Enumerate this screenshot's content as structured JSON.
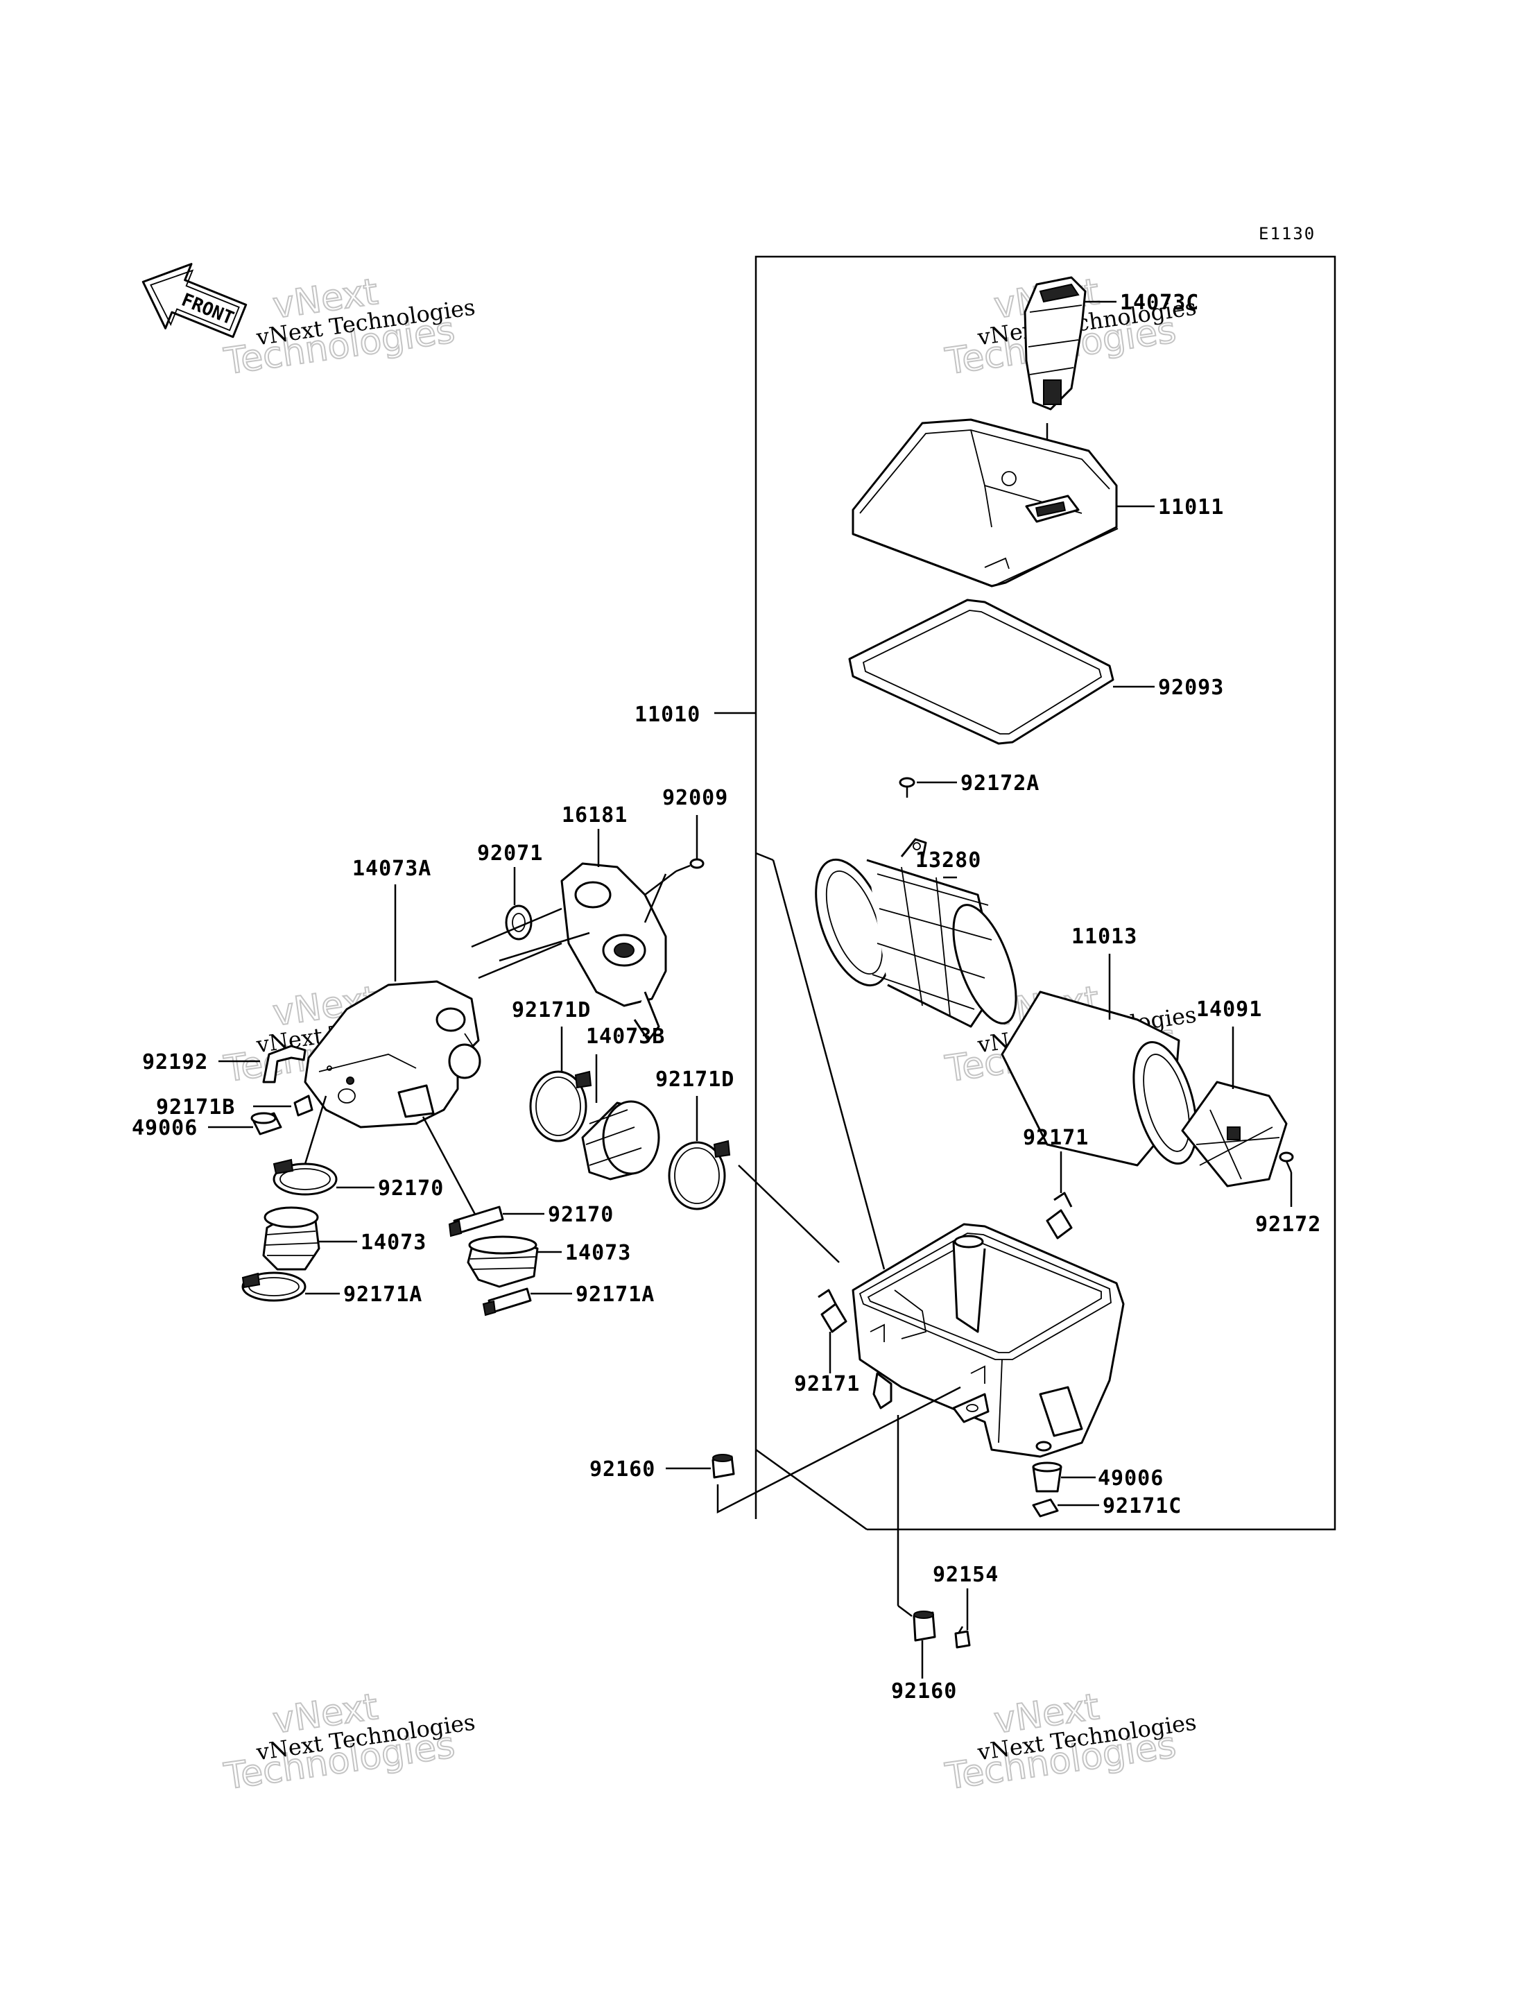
{
  "diagram_code": "E1130",
  "front_label": "FRONT",
  "watermark": {
    "line1": "vNext Technologies",
    "line2": "vNext",
    "line3": "Technologies"
  },
  "parts": {
    "p14073C": "14073C",
    "p11011": "11011",
    "p92093": "92093",
    "p11010": "11010",
    "p92172A": "92172A",
    "p13280": "13280",
    "p11013": "11013",
    "p14091": "14091",
    "p92172": "92172",
    "p92171_top": "92171",
    "p92171_bot": "92171",
    "p49006_right": "49006",
    "p92171C": "92171C",
    "p92160_a": "92160",
    "p92154": "92154",
    "p92160_b": "92160",
    "p16181": "16181",
    "p92009": "92009",
    "p92071": "92071",
    "p14073A": "14073A",
    "p92192": "92192",
    "p92171D_a": "92171D",
    "p14073B": "14073B",
    "p92171D_b": "92171D",
    "p92171B": "92171B",
    "p49006_left": "49006",
    "p92170_a": "92170",
    "p92170_b": "92170",
    "p14073_a": "14073",
    "p14073_b": "14073",
    "p92171A_a": "92171A",
    "p92171A_b": "92171A"
  }
}
